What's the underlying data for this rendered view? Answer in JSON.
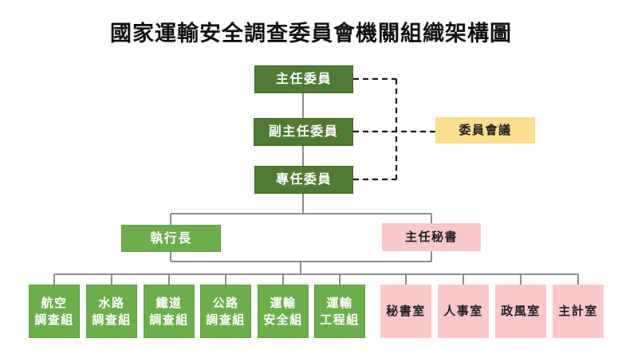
{
  "title": "國家運輸安全調查委員會機關組織架構圖",
  "colors": {
    "dark-green": "#4E7A33",
    "green": "#6CAE4B",
    "yellow": "#FADD8F",
    "pink": "#F9C8C9",
    "line": "#7f7f7f",
    "dash": "#1a1a1a"
  },
  "org": {
    "chairman": {
      "label": "主任委員"
    },
    "vice_chairman": {
      "label": "副主任委員"
    },
    "fulltime_commissioner": {
      "label": "專任委員"
    },
    "board_meeting": {
      "label": "委員會議"
    },
    "executive_director": {
      "label": "執行長"
    },
    "chief_secretary": {
      "label": "主任秘書"
    },
    "divisions": [
      {
        "label": "航空\n調查組"
      },
      {
        "label": "水路\n調查組"
      },
      {
        "label": "鐵道\n調查組"
      },
      {
        "label": "公路\n調查組"
      },
      {
        "label": "運輸\n安全組"
      },
      {
        "label": "運輸\n工程組"
      }
    ],
    "offices": [
      {
        "label": "秘書室"
      },
      {
        "label": "人事室"
      },
      {
        "label": "政風室"
      },
      {
        "label": "主計室"
      }
    ]
  }
}
